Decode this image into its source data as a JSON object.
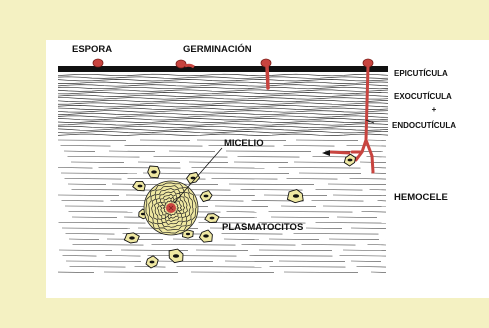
{
  "labels": {
    "spore": "ESPORA",
    "germination": "GERMINACIÓN",
    "epicuticle": "EPICUTÍCULA",
    "exocuticle": "EXOCUTÍCULA",
    "plus": "+",
    "endocuticle": "ENDOCUTÍCULA",
    "mycelium": "MICELIO",
    "hemocoel": "HEMOCELE",
    "plasmatocytes": "PLASMATOCITOS"
  },
  "colors": {
    "background": "#f4f1c2",
    "panel": "#ffffff",
    "cuticle_line": "#111111",
    "fungus": "#c8443f",
    "cell_fill": "#efe8a2"
  }
}
